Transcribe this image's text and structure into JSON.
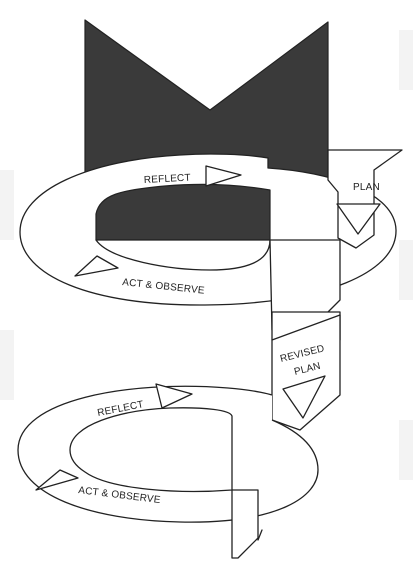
{
  "cycle_1": {
    "reflect": "REFLECT",
    "plan": "PLAN",
    "act_observe": "ACT & OBSERVE"
  },
  "cycle_2": {
    "revised_plan_line1": "REVISED",
    "revised_plan_line2": "PLAN",
    "reflect": "REFLECT",
    "act_observe": "ACT & OBSERVE"
  }
}
